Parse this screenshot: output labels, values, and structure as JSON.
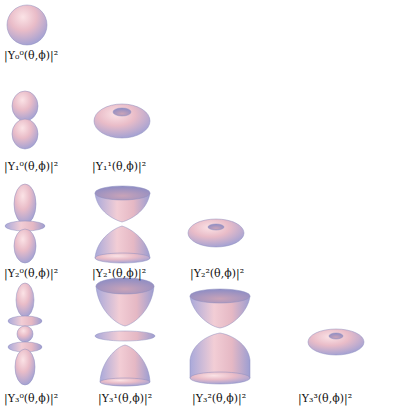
{
  "diagram": {
    "labels": [
      "|Y₀⁰(θ,ϕ)|²",
      "|Y₁⁰(θ,ϕ)|²",
      "|Y₁¹(θ,ϕ)|²",
      "|Y₂⁰(θ,ϕ)|²",
      "|Y₂¹(θ,ϕ)|²",
      "|Y₂²(θ,ϕ)|²",
      "|Y₃⁰(θ,ϕ)|²",
      "|Y₃¹(θ,ϕ)|²",
      "|Y₃²(θ,ϕ)|²",
      "|Y₃³(θ,ϕ)|²"
    ]
  }
}
